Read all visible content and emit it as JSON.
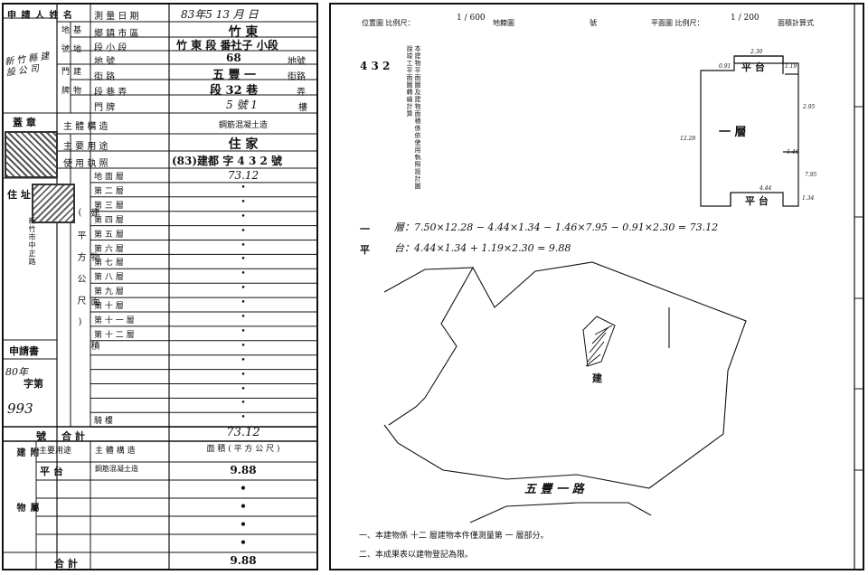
{
  "applicant_label": "申 請 人 姓 名",
  "applicant_name_stamp": "新 竹 縣 建 設 公 司",
  "seal_label": "蓋 章",
  "address_label": "住 址",
  "address_text": "新竹市中正路",
  "application_label": "申請書",
  "application_date": "80年 ",
  "application_word_label": "字第",
  "application_number": "993",
  "application_no_label": "號",
  "survey_date_label": "測 量 日 期",
  "survey_date_value": "83年5 13 月 日",
  "site_label": "基 地 地 號",
  "township_label": "鄉 鎮 市 區",
  "township_value": "竹 東",
  "section_label": "段 小 段",
  "section_value": "竹 東 段 番社子 小段",
  "land_no_label": "地 號",
  "land_no_value": "68",
  "land_no_suffix": "地號",
  "door_label": "建 物 門 牌",
  "street_label": "街 路",
  "street_value": "五 豐 一",
  "street_suffix": "街路",
  "lane_label": "段 巷 弄",
  "lane_value": "段 32 巷",
  "lane_suffix": "弄",
  "number_label": "門 牌",
  "number_value": "5 號 1",
  "number_suffix": "樓",
  "structure_label": "主 體 構 造",
  "structure_value": "鋼筋混凝土造",
  "use_label": "主 要 用 途",
  "use_value": "住 家",
  "license_label": "使 用 執 照",
  "license_value": "(83)建都 字 4 3 2 號",
  "building_area_label": "建 物 面 積 (平方公尺)",
  "floors": [
    {
      "name": "地 面 層",
      "area": "73.12"
    },
    {
      "name": "第 二 層",
      "area": "•"
    },
    {
      "name": "第 三 層",
      "area": "•"
    },
    {
      "name": "第 四 層",
      "area": "•"
    },
    {
      "name": "第 五 層",
      "area": "•"
    },
    {
      "name": "第 六 層",
      "area": "•"
    },
    {
      "name": "第 七 層",
      "area": "•"
    },
    {
      "name": "第 八 層",
      "area": "•"
    },
    {
      "name": "第 九 層",
      "area": "•"
    },
    {
      "name": "第 十 層",
      "area": "•"
    },
    {
      "name": "第 十 一 層",
      "area": "•"
    },
    {
      "name": "第 十 二 層",
      "area": "•"
    },
    {
      "name": "",
      "area": "•"
    },
    {
      "name": "",
      "area": "•"
    },
    {
      "name": "",
      "area": "•"
    },
    {
      "name": "",
      "area": "•"
    },
    {
      "name": "",
      "area": "•"
    },
    {
      "name": "騎 樓",
      "area": "•"
    }
  ],
  "total_label": "合 計",
  "total_value": "73.12",
  "annex_label": "附 屬 建 物",
  "annex_use_header": "主要用途",
  "annex_struct_header": "主 體 構 造",
  "annex_area_header": "面 積 ( 平 方 公 尺 )",
  "annex_rows": [
    {
      "use": "平 台",
      "struct": "鋼筋混凝土造",
      "area": "9.88"
    },
    {
      "use": "",
      "struct": "",
      "area": "•"
    },
    {
      "use": "",
      "struct": "",
      "area": "•"
    },
    {
      "use": "",
      "struct": "",
      "area": "•"
    },
    {
      "use": "",
      "struct": "",
      "area": "•"
    }
  ],
  "annex_total_label": "合 計",
  "annex_total_value": "9.88",
  "location_map_label": "位置圖 比例尺：",
  "location_scale": "1 / 600",
  "location_map_suffix": "地籍圖",
  "map_no_label": "號",
  "floor_plan_label": "平面圖 比例尺：",
  "floor_plan_scale": "1 / 200",
  "area_calc_label": "面積計算式",
  "permit_no": "4 3 2",
  "permit_note": "本建物平面圖及建物面積係依使用執照設計圖說竣工平面圖轉繪計算",
  "floor_plan_room": "一 層",
  "balcony_top": "平 台",
  "balcony_bottom": "平 台",
  "dims": [
    "2.30",
    "0.91",
    "1.19",
    "2.95",
    "12.28",
    "1.46",
    "7.95",
    "4.44",
    "1.34"
  ],
  "calc_line1_label": "一",
  "calc_line1": "層：7.50×12.28 − 4.44×1.34 − 1.46×7.95 − 0.91×2.30 = 73.12",
  "calc_line2_label": "平",
  "calc_line2": "台：4.44×1.34 + 1.19×2.30 = 9.88",
  "site_road": "五 豐 一 路",
  "site_building_mark": "建",
  "note1": "一、本建物係 十二 層建物本件僅測量第 一 層部分。",
  "note2": "二、本成果表以建物登記為限。"
}
